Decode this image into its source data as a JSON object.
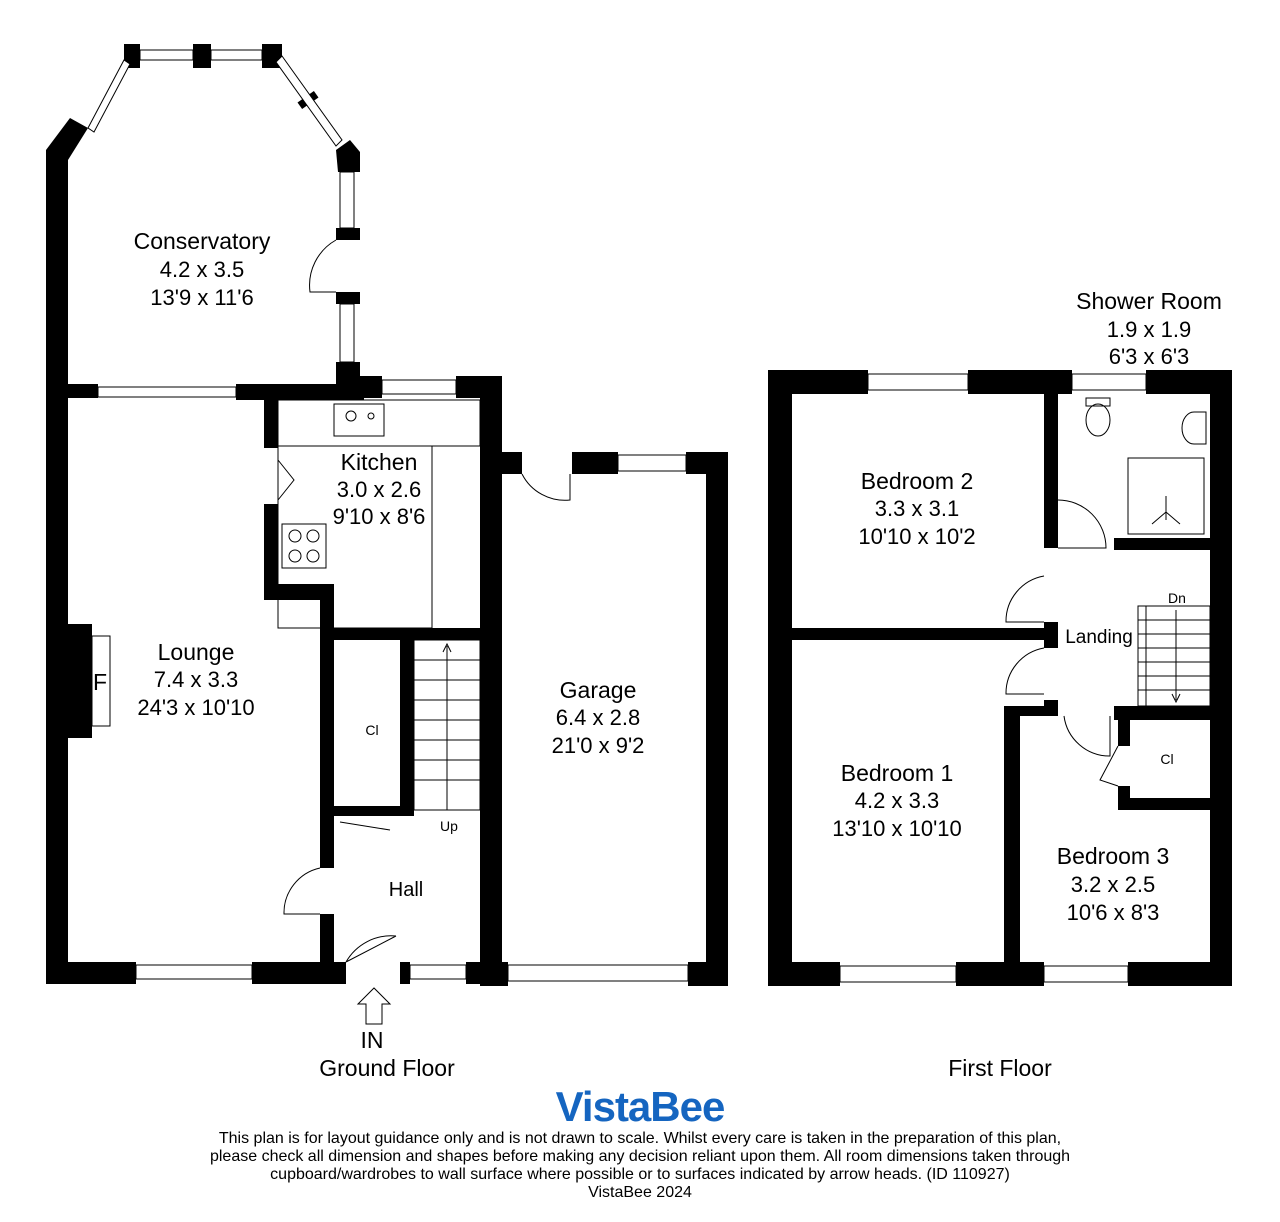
{
  "rooms": {
    "conservatory": {
      "name": "Conservatory",
      "metric": "4.2 x 3.5",
      "imperial": "13'9 x 11'6"
    },
    "kitchen": {
      "name": "Kitchen",
      "metric": "3.0 x 2.6",
      "imperial": "9'10 x 8'6"
    },
    "lounge": {
      "name": "Lounge",
      "metric": "7.4 x 3.3",
      "imperial": "24'3 x 10'10"
    },
    "garage": {
      "name": "Garage",
      "metric": "6.4 x 2.8",
      "imperial": "21'0 x 9'2"
    },
    "hall": {
      "name": "Hall"
    },
    "shower_room": {
      "name": "Shower Room",
      "metric": "1.9 x 1.9",
      "imperial": "6'3 x 6'3"
    },
    "bedroom2": {
      "name": "Bedroom 2",
      "metric": "3.3 x 3.1",
      "imperial": "10'10 x 10'2"
    },
    "bedroom1": {
      "name": "Bedroom 1",
      "metric": "4.2 x 3.3",
      "imperial": "13'10 x 10'10"
    },
    "bedroom3": {
      "name": "Bedroom 3",
      "metric": "3.2 x 2.5",
      "imperial": "10'6 x 8'3"
    },
    "landing": {
      "name": "Landing"
    }
  },
  "markers": {
    "fireplace": "F",
    "cupboard_ground": "Cl",
    "cupboard_first": "Cl",
    "stairs_up": "Up",
    "stairs_down": "Dn",
    "entrance": "IN"
  },
  "floors": {
    "ground": "Ground Floor",
    "first": "First Floor"
  },
  "brand": {
    "name": "VistaBee",
    "color": "#1565c0"
  },
  "disclaimer": {
    "lines": [
      "This plan is for layout guidance only and is not drawn to scale. Whilst every care is taken in the preparation of this plan,",
      "please check all dimension and shapes before making any decision reliant upon them. All room dimensions taken through",
      "cupboard/wardrobes to wall surface where possible or to surfaces indicated by arrow heads. (ID 110927)"
    ],
    "copyright": "VistaBee 2024"
  }
}
